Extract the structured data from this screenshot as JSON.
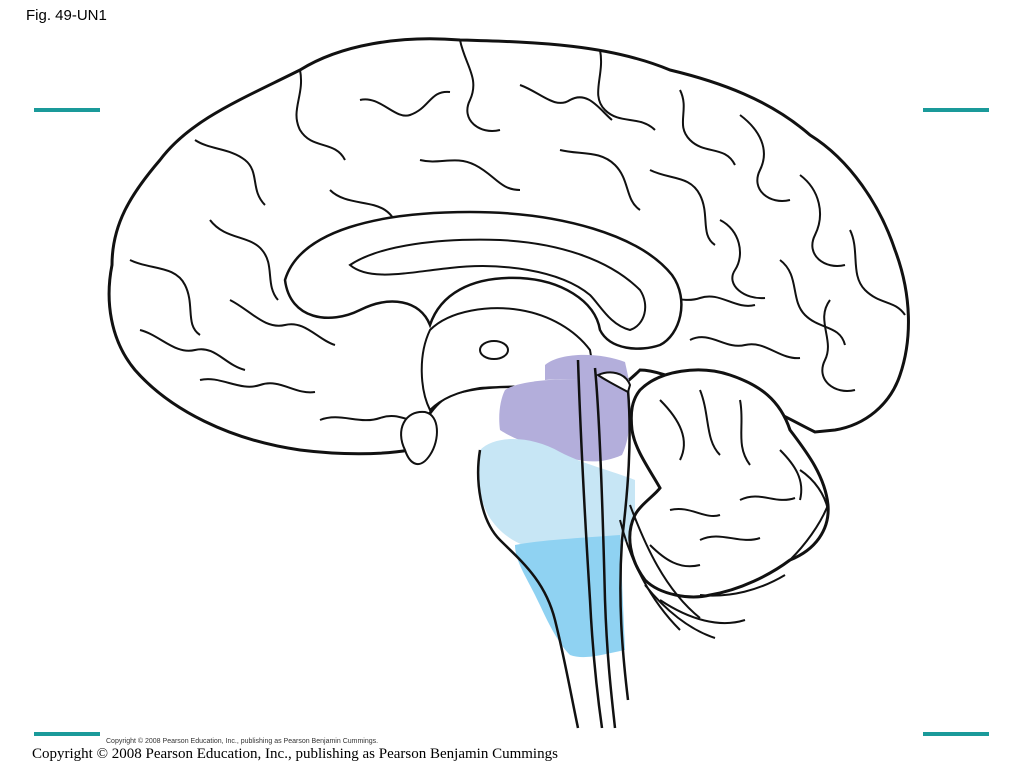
{
  "figure": {
    "label": "Fig. 49-UN1",
    "copyright_small": "Copyright © 2008 Pearson Education, Inc., publishing as Pearson Benjamin Cummings.",
    "copyright_large": "Copyright © 2008 Pearson Education, Inc., publishing as Pearson Benjamin Cummings"
  },
  "colors": {
    "rule": "#1a9a9a",
    "outline": "#111111",
    "region_purple": "#b3aedb",
    "region_light_blue": "#c7e6f5",
    "region_blue": "#8fd2f2"
  }
}
